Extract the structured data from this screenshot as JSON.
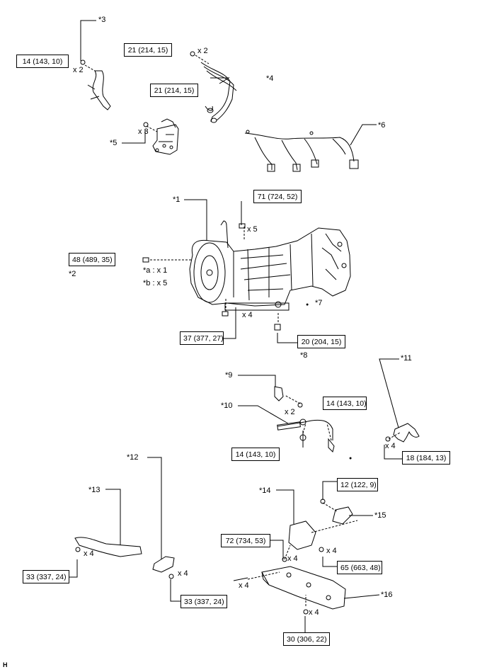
{
  "figure_id": "H",
  "torque_boxes": {
    "t_c3": "14 (143, 10)",
    "t_c4a": "21 (214, 15)",
    "t_c5": "21 (214, 15)",
    "t_c1": "71 (724, 52)",
    "t_c2": "48 (489, 35)",
    "t_pan": "37 (377, 27)",
    "t_c8": "20 (204, 15)",
    "t_c9": "14 (143, 10)",
    "t_c10": "14 (143, 10)",
    "t_c11": "18 (184, 13)",
    "t_c15": "12 (122, 9)",
    "t_c14": "72 (734, 53)",
    "t_c14b": "65 (663, 48)",
    "t_c13": "33 (337, 24)",
    "t_c12": "33 (337, 24)",
    "t_c16": "30 (306, 22)"
  },
  "callouts": {
    "c1": "*1",
    "c2": "*2",
    "c3": "*3",
    "c4": "*4",
    "c5": "*5",
    "c6": "*6",
    "c7": "*7",
    "c8": "*8",
    "c9": "*9",
    "c10": "*10",
    "c11": "*11",
    "c12": "*12",
    "c13": "*13",
    "c14": "*14",
    "c15": "*15",
    "c16": "*16",
    "ca": "*a : x 1",
    "cb": "*b : x 5"
  },
  "qty": {
    "q_c3": "x 2",
    "q_c4": "x 2",
    "q_c5": "x 3",
    "q_c1": "x 5",
    "q_pan": "x 4",
    "q_c9": "x 2",
    "q_c11": "x 4",
    "q_c13": "x 4",
    "q_c12": "x 4",
    "q_c14a": "x 4",
    "q_c14b": "x 4",
    "q_c16a": "x 4",
    "q_c16b": "x 4"
  },
  "symbols": {
    "dot": "●"
  }
}
